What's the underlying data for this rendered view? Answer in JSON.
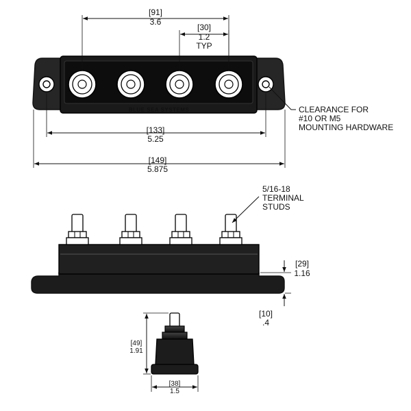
{
  "brand_label": "BLUE SEA SYSTEMS",
  "dimensions": {
    "stud_span": {
      "mm": "[91]",
      "in": "3.6"
    },
    "stud_pitch": {
      "mm": "[30]",
      "in": "1.2",
      "note": "TYP"
    },
    "hole_spacing": {
      "mm": "[133]",
      "in": "5.25"
    },
    "overall_length": {
      "mm": "[149]",
      "in": "5.875"
    },
    "block_height": {
      "mm": "[29]",
      "in": "1.16"
    },
    "stud_height": {
      "mm": "[10]",
      "in": ".4"
    },
    "end_height": {
      "mm": "[49]",
      "in": "1.91"
    },
    "end_width": {
      "mm": "[38]",
      "in": "1.5"
    }
  },
  "callouts": {
    "clearance": [
      "CLEARANCE FOR",
      "#10 OR M5",
      "MOUNTING HARDWARE"
    ],
    "studs": [
      "5/16-18",
      "TERMINAL",
      "STUDS"
    ]
  }
}
